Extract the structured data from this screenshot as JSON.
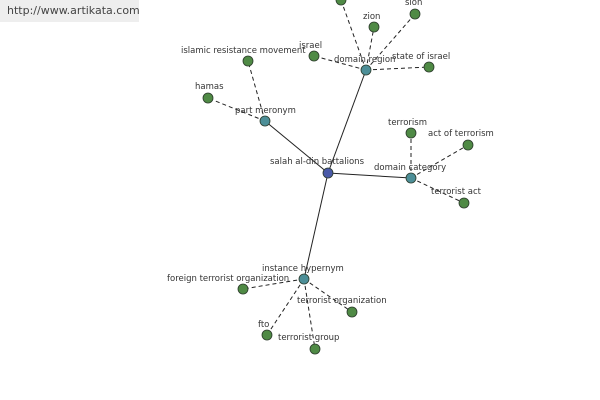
{
  "watermark": "http://www.artikata.com",
  "colors": {
    "center": "#4a5aa8",
    "relation": "#4d8f98",
    "leaf": "#4f8a45",
    "node_stroke": "#2b3a2b",
    "edge": "#222222"
  },
  "graph": {
    "nodes": [
      {
        "id": "center",
        "label": "salah al-din battalions",
        "kind": "center"
      },
      {
        "id": "domain-region",
        "label": "domain region",
        "kind": "relation"
      },
      {
        "id": "part-meronym",
        "label": "part meronym",
        "kind": "relation"
      },
      {
        "id": "domain-category",
        "label": "domain category",
        "kind": "relation"
      },
      {
        "id": "instance-hypernym",
        "label": "instance hypernym",
        "kind": "relation"
      },
      {
        "id": "israel",
        "label": "israel",
        "kind": "leaf"
      },
      {
        "id": "zion",
        "label": "zion",
        "kind": "leaf"
      },
      {
        "id": "sion",
        "label": "sion",
        "kind": "leaf"
      },
      {
        "id": "state-of-israel",
        "label": "state of israel",
        "kind": "leaf"
      },
      {
        "id": "unlabeled-top",
        "label": "",
        "kind": "leaf"
      },
      {
        "id": "islamic-resistance-movement",
        "label": "islamic resistance movement",
        "kind": "leaf"
      },
      {
        "id": "hamas",
        "label": "hamas",
        "kind": "leaf"
      },
      {
        "id": "terrorism",
        "label": "terrorism",
        "kind": "leaf"
      },
      {
        "id": "act-of-terrorism",
        "label": "act of terrorism",
        "kind": "leaf"
      },
      {
        "id": "terrorist-act",
        "label": "terrorist act",
        "kind": "leaf"
      },
      {
        "id": "foreign-terrorist-organization",
        "label": "foreign terrorist organization",
        "kind": "leaf"
      },
      {
        "id": "terrorist-organization",
        "label": "terrorist organization",
        "kind": "leaf"
      },
      {
        "id": "fto",
        "label": "fto",
        "kind": "leaf"
      },
      {
        "id": "terrorist-group",
        "label": "terrorist group",
        "kind": "leaf"
      }
    ],
    "edges": [
      {
        "from": "center",
        "to": "domain-region",
        "style": "solid"
      },
      {
        "from": "center",
        "to": "part-meronym",
        "style": "solid"
      },
      {
        "from": "center",
        "to": "domain-category",
        "style": "solid"
      },
      {
        "from": "center",
        "to": "instance-hypernym",
        "style": "solid"
      },
      {
        "from": "domain-region",
        "to": "israel",
        "style": "dashed"
      },
      {
        "from": "domain-region",
        "to": "zion",
        "style": "dashed"
      },
      {
        "from": "domain-region",
        "to": "sion",
        "style": "dashed"
      },
      {
        "from": "domain-region",
        "to": "state-of-israel",
        "style": "dashed"
      },
      {
        "from": "domain-region",
        "to": "unlabeled-top",
        "style": "dashed"
      },
      {
        "from": "part-meronym",
        "to": "islamic-resistance-movement",
        "style": "dashed"
      },
      {
        "from": "part-meronym",
        "to": "hamas",
        "style": "dashed"
      },
      {
        "from": "domain-category",
        "to": "terrorism",
        "style": "dashed"
      },
      {
        "from": "domain-category",
        "to": "act-of-terrorism",
        "style": "dashed"
      },
      {
        "from": "domain-category",
        "to": "terrorist-act",
        "style": "dashed"
      },
      {
        "from": "instance-hypernym",
        "to": "foreign-terrorist-organization",
        "style": "dashed"
      },
      {
        "from": "instance-hypernym",
        "to": "terrorist-organization",
        "style": "dashed"
      },
      {
        "from": "instance-hypernym",
        "to": "fto",
        "style": "dashed"
      },
      {
        "from": "instance-hypernym",
        "to": "terrorist-group",
        "style": "dashed"
      }
    ]
  }
}
